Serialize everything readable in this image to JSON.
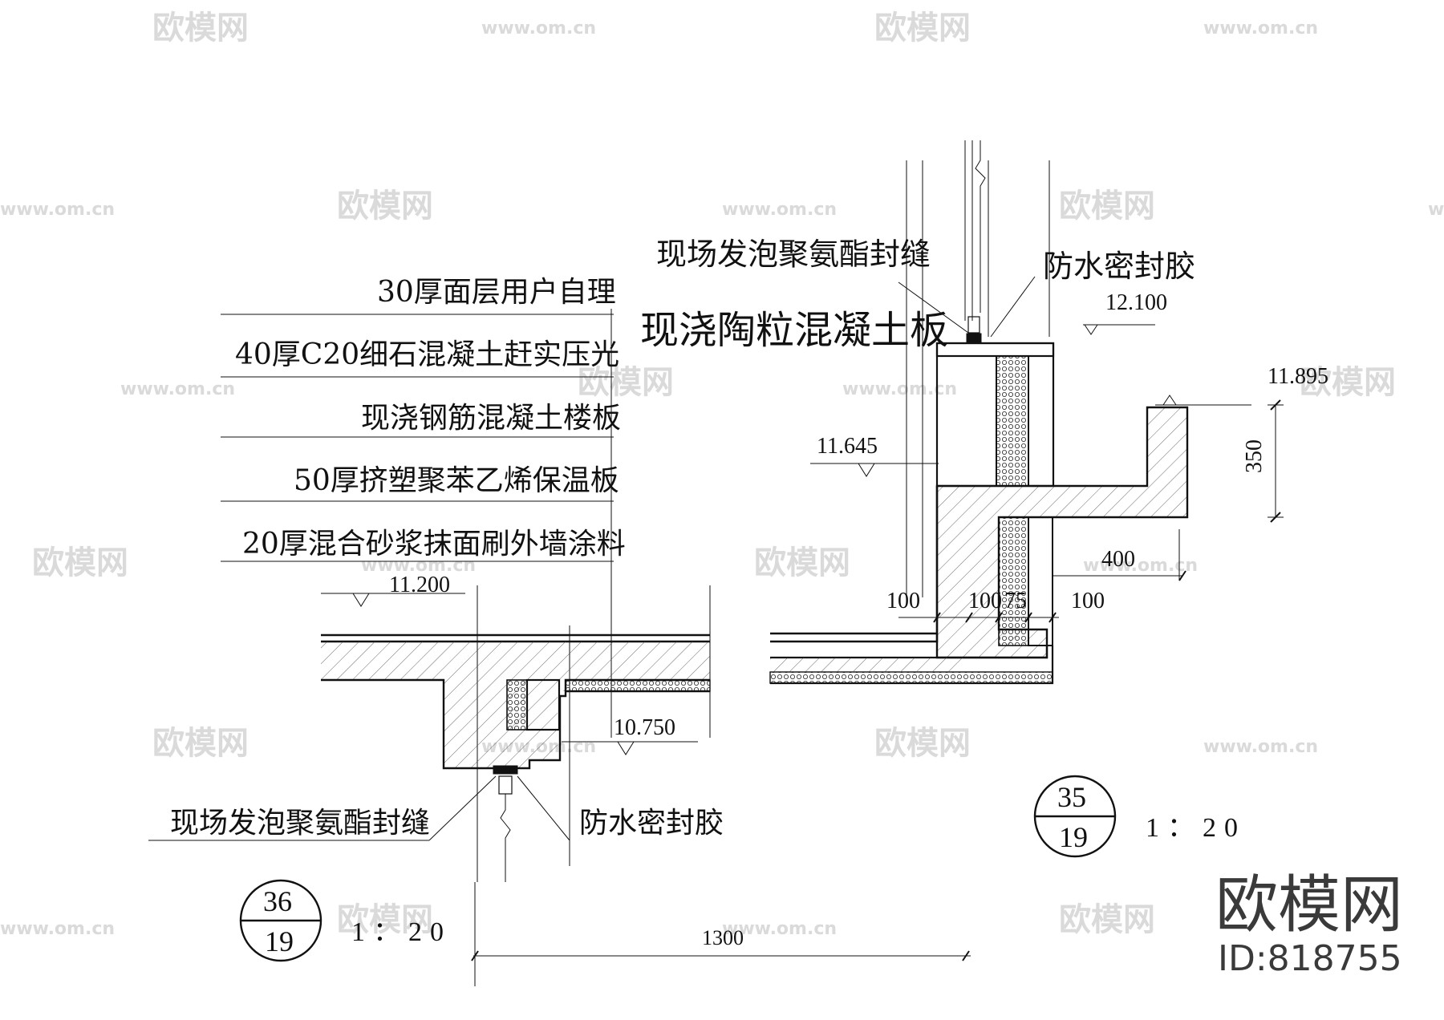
{
  "labels": {
    "left_sealant_top": "现场发泡聚氨酯封缝",
    "waterproof_top": "防水密封胶",
    "ceramsite_slab": "现浇陶粒混凝土板",
    "layer1": "30厚面层用户自理",
    "layer2": "40厚C20细石混凝土赶实压光",
    "layer3": "现浇钢筋混凝土楼板",
    "layer4": "50厚挤塑聚苯乙烯保温板",
    "layer5": "20厚混合砂浆抹面刷外墙涂料",
    "left_sealant_bottom": "现场发泡聚氨酯封缝",
    "waterproof_bottom": "防水密封胶"
  },
  "elevations": {
    "e12100": "12.100",
    "e11895": "11.895",
    "e11645": "11.645",
    "e11200": "11.200",
    "e10750": "10.750"
  },
  "dimensions": {
    "d350": "350",
    "d400": "400",
    "d100a": "100",
    "d100b": "100",
    "d75": "75",
    "d100c": "100",
    "d1300": "1300"
  },
  "detail_marks": {
    "right": {
      "top": "35",
      "bottom": "19",
      "scale": "1：20"
    },
    "left": {
      "top": "36",
      "bottom": "19",
      "scale": "1：20"
    }
  },
  "watermark": {
    "brand": "欧模网",
    "url": "www.om.cn",
    "id": "ID:818755"
  }
}
